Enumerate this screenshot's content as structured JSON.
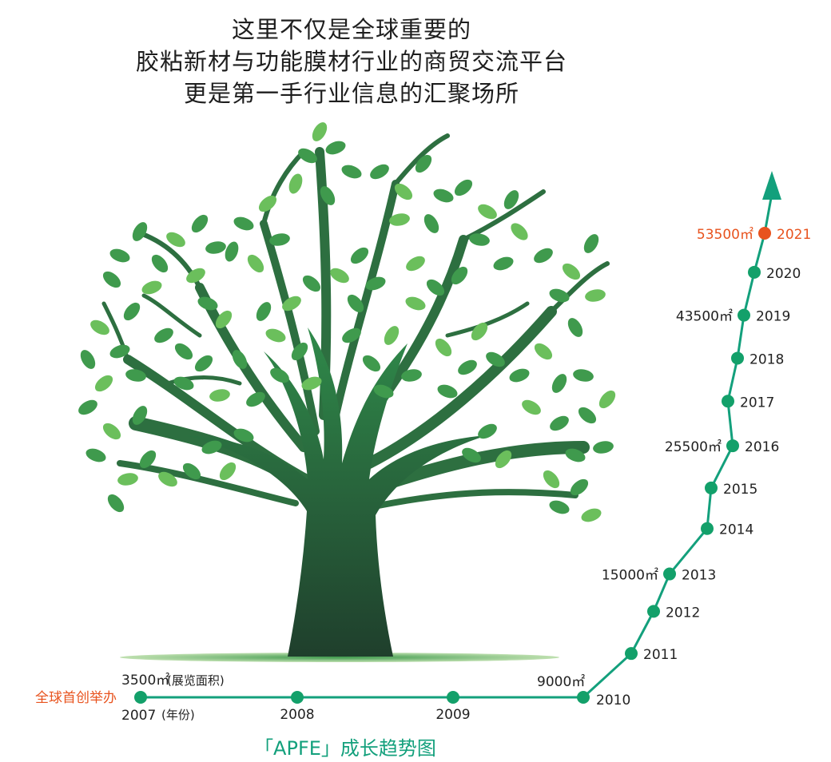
{
  "headline": {
    "line1": "这里不仅是全球重要的",
    "line2": "胶粘新材与功能膜材行业的商贸交流平台",
    "line3": "更是第一手行业信息的汇聚场所"
  },
  "caption": "「APFE」成长趋势图",
  "colors": {
    "line": "#13a07c",
    "dot": "#13a06a",
    "highlight": "#e8531e",
    "tree_dark": "#254a33",
    "tree_mid": "#2e7d45",
    "leaf": "#3f9a4d",
    "leaf_light": "#6bbf5c",
    "text": "#222222"
  },
  "chart_data": {
    "type": "line",
    "title": "「APFE」成长趋势图",
    "points": [
      {
        "year": "2007",
        "area": "3500㎡",
        "note": "(展览面积)",
        "year_note": "(年份)",
        "tag": "全球首创举办"
      },
      {
        "year": "2008"
      },
      {
        "year": "2009"
      },
      {
        "year": "2010",
        "area": "9000㎡"
      },
      {
        "year": "2011"
      },
      {
        "year": "2012"
      },
      {
        "year": "2013",
        "area": "15000㎡"
      },
      {
        "year": "2014"
      },
      {
        "year": "2015"
      },
      {
        "year": "2016",
        "area": "25500㎡"
      },
      {
        "year": "2017"
      },
      {
        "year": "2018"
      },
      {
        "year": "2019",
        "area": "43500㎡"
      },
      {
        "year": "2020"
      },
      {
        "year": "2021",
        "area": "53500㎡",
        "highlight": true
      }
    ]
  }
}
